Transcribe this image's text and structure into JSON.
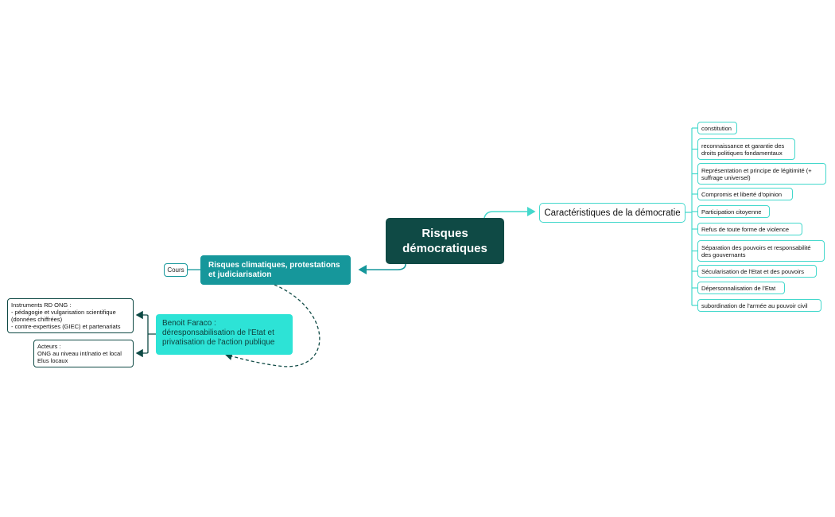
{
  "map": {
    "central_topic": "Risques démocratiques",
    "right_branch": {
      "label": "Caractéristiques de la démocratie",
      "items": [
        "constitution",
        "reconnaissance et garantie des droits politiques fondamentaux",
        "Représentation et principe de légitimité (+ suffrage universel)",
        "Compromis et liberté d'opinion",
        "Participation citoyenne",
        "Refus de toute forme de violence",
        "Séparation des pouvoirs et responsabilité des gouvernants",
        "Sécularisation de l'Etat et des pouvoirs",
        "Dépersonnalisation de l'Etat",
        "subordination de l'armée au pouvoir civil"
      ]
    },
    "left_branch": {
      "label": "Risques climatiques, protestations et judiciarisation",
      "tag": "Cours"
    },
    "floating_topic": {
      "label": "Benoit Faraco : déresponsabilisation de l'Etat et privatisation de l'action publique",
      "notes": [
        "Instruments RD ONG :\n- pédagogie et vulgarisation scientifique (données chiffrées)\n- contre-expertises (GIEC) et partenariats",
        "Acteurs :\nONG au niveau int/natio et local\nElus locaux"
      ]
    }
  },
  "colors": {
    "central": "#0f4a45",
    "main_left": "#16979b",
    "floating": "#2de3d6",
    "leaf_border": "#43d8cc"
  }
}
